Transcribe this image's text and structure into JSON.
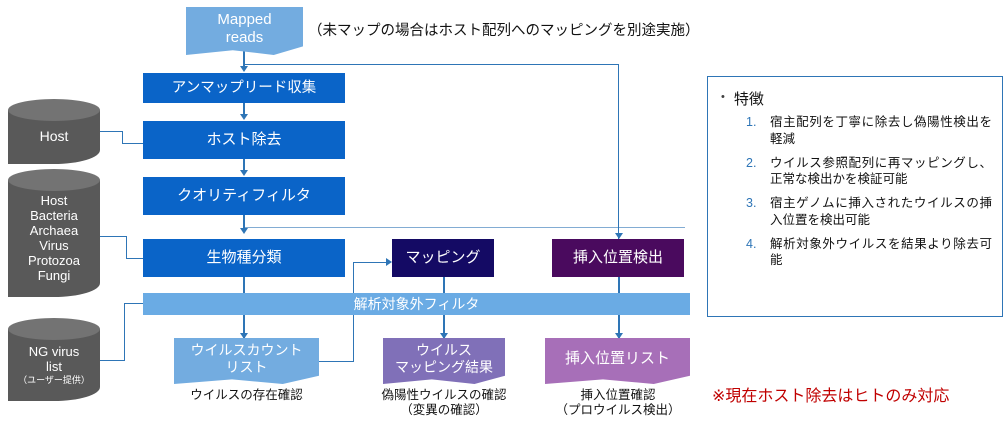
{
  "diagram": {
    "title_note": "（未マップの場合はホスト配列へのマッピングを別途実施）",
    "red_note": "※現在ホスト除去はヒトのみ対応",
    "colors": {
      "process_blue": "#0a64c8",
      "mapping_navy": "#140a64",
      "insertion_plum": "#4a0a5e",
      "filter_bar": "#6aabe4",
      "doc_light_blue": "#73ace0",
      "doc_mid_purple": "#8070b8",
      "doc_light_purple": "#a76fb8",
      "cylinder_body": "#595959",
      "cylinder_top": "#737373",
      "connector": "#2e75b6",
      "red_text": "#c00000",
      "panel_border": "#2e75b6"
    },
    "input_doc": {
      "label": "Mapped\nreads",
      "line1": "Mapped",
      "line2": "reads"
    },
    "databases": [
      {
        "name": "db-host",
        "label": "Host",
        "sub": ""
      },
      {
        "name": "db-reference",
        "label": "Host\nBacteria\nArchaea\nVirus\nProtozoa\nFungi",
        "sub": ""
      },
      {
        "name": "db-ng-virus-list",
        "label": "NG virus\nlist",
        "sub": "（ユーザー提供）"
      }
    ],
    "process_steps": [
      {
        "name": "step-unmapped-collect",
        "label": "アンマップリード収集"
      },
      {
        "name": "step-host-removal",
        "label": "ホスト除去"
      },
      {
        "name": "step-quality-filter",
        "label": "クオリティフィルタ"
      },
      {
        "name": "step-species-classify",
        "label": "生物種分類"
      },
      {
        "name": "step-mapping",
        "label": "マッピング"
      },
      {
        "name": "step-insertion-detect",
        "label": "挿入位置検出"
      }
    ],
    "filter_bar": {
      "label": "解析対象外フィルタ"
    },
    "outputs": [
      {
        "name": "output-virus-count-list",
        "label": "ウイルスカウント\nリスト",
        "line1": "ウイルスカウント",
        "line2": "リスト",
        "caption": "ウイルスの存在確認",
        "caption2": ""
      },
      {
        "name": "output-virus-mapping-result",
        "label": "ウイルス\nマッピング結果",
        "line1": "ウイルス",
        "line2": "マッピング結果",
        "caption": "偽陽性ウイルスの確認",
        "caption2": "（変異の確認）"
      },
      {
        "name": "output-insertion-position-list",
        "label": "挿入位置リスト",
        "line1": "挿入位置リスト",
        "line2": "",
        "caption": "挿入位置確認",
        "caption2": "（プロウイルス検出）"
      }
    ],
    "features_panel": {
      "heading": "特徴",
      "bullet": "•",
      "items": [
        {
          "num": "1.",
          "text": "宿主配列を丁寧に除去し偽陽性検出を軽減"
        },
        {
          "num": "2.",
          "text": "ウイルス参照配列に再マッピングし、正常な検出かを検証可能"
        },
        {
          "num": "3.",
          "text": "宿主ゲノムに挿入されたウイルスの挿入位置を検出可能"
        },
        {
          "num": "4.",
          "text": "解析対象外ウイルスを結果より除去可能"
        }
      ]
    }
  }
}
